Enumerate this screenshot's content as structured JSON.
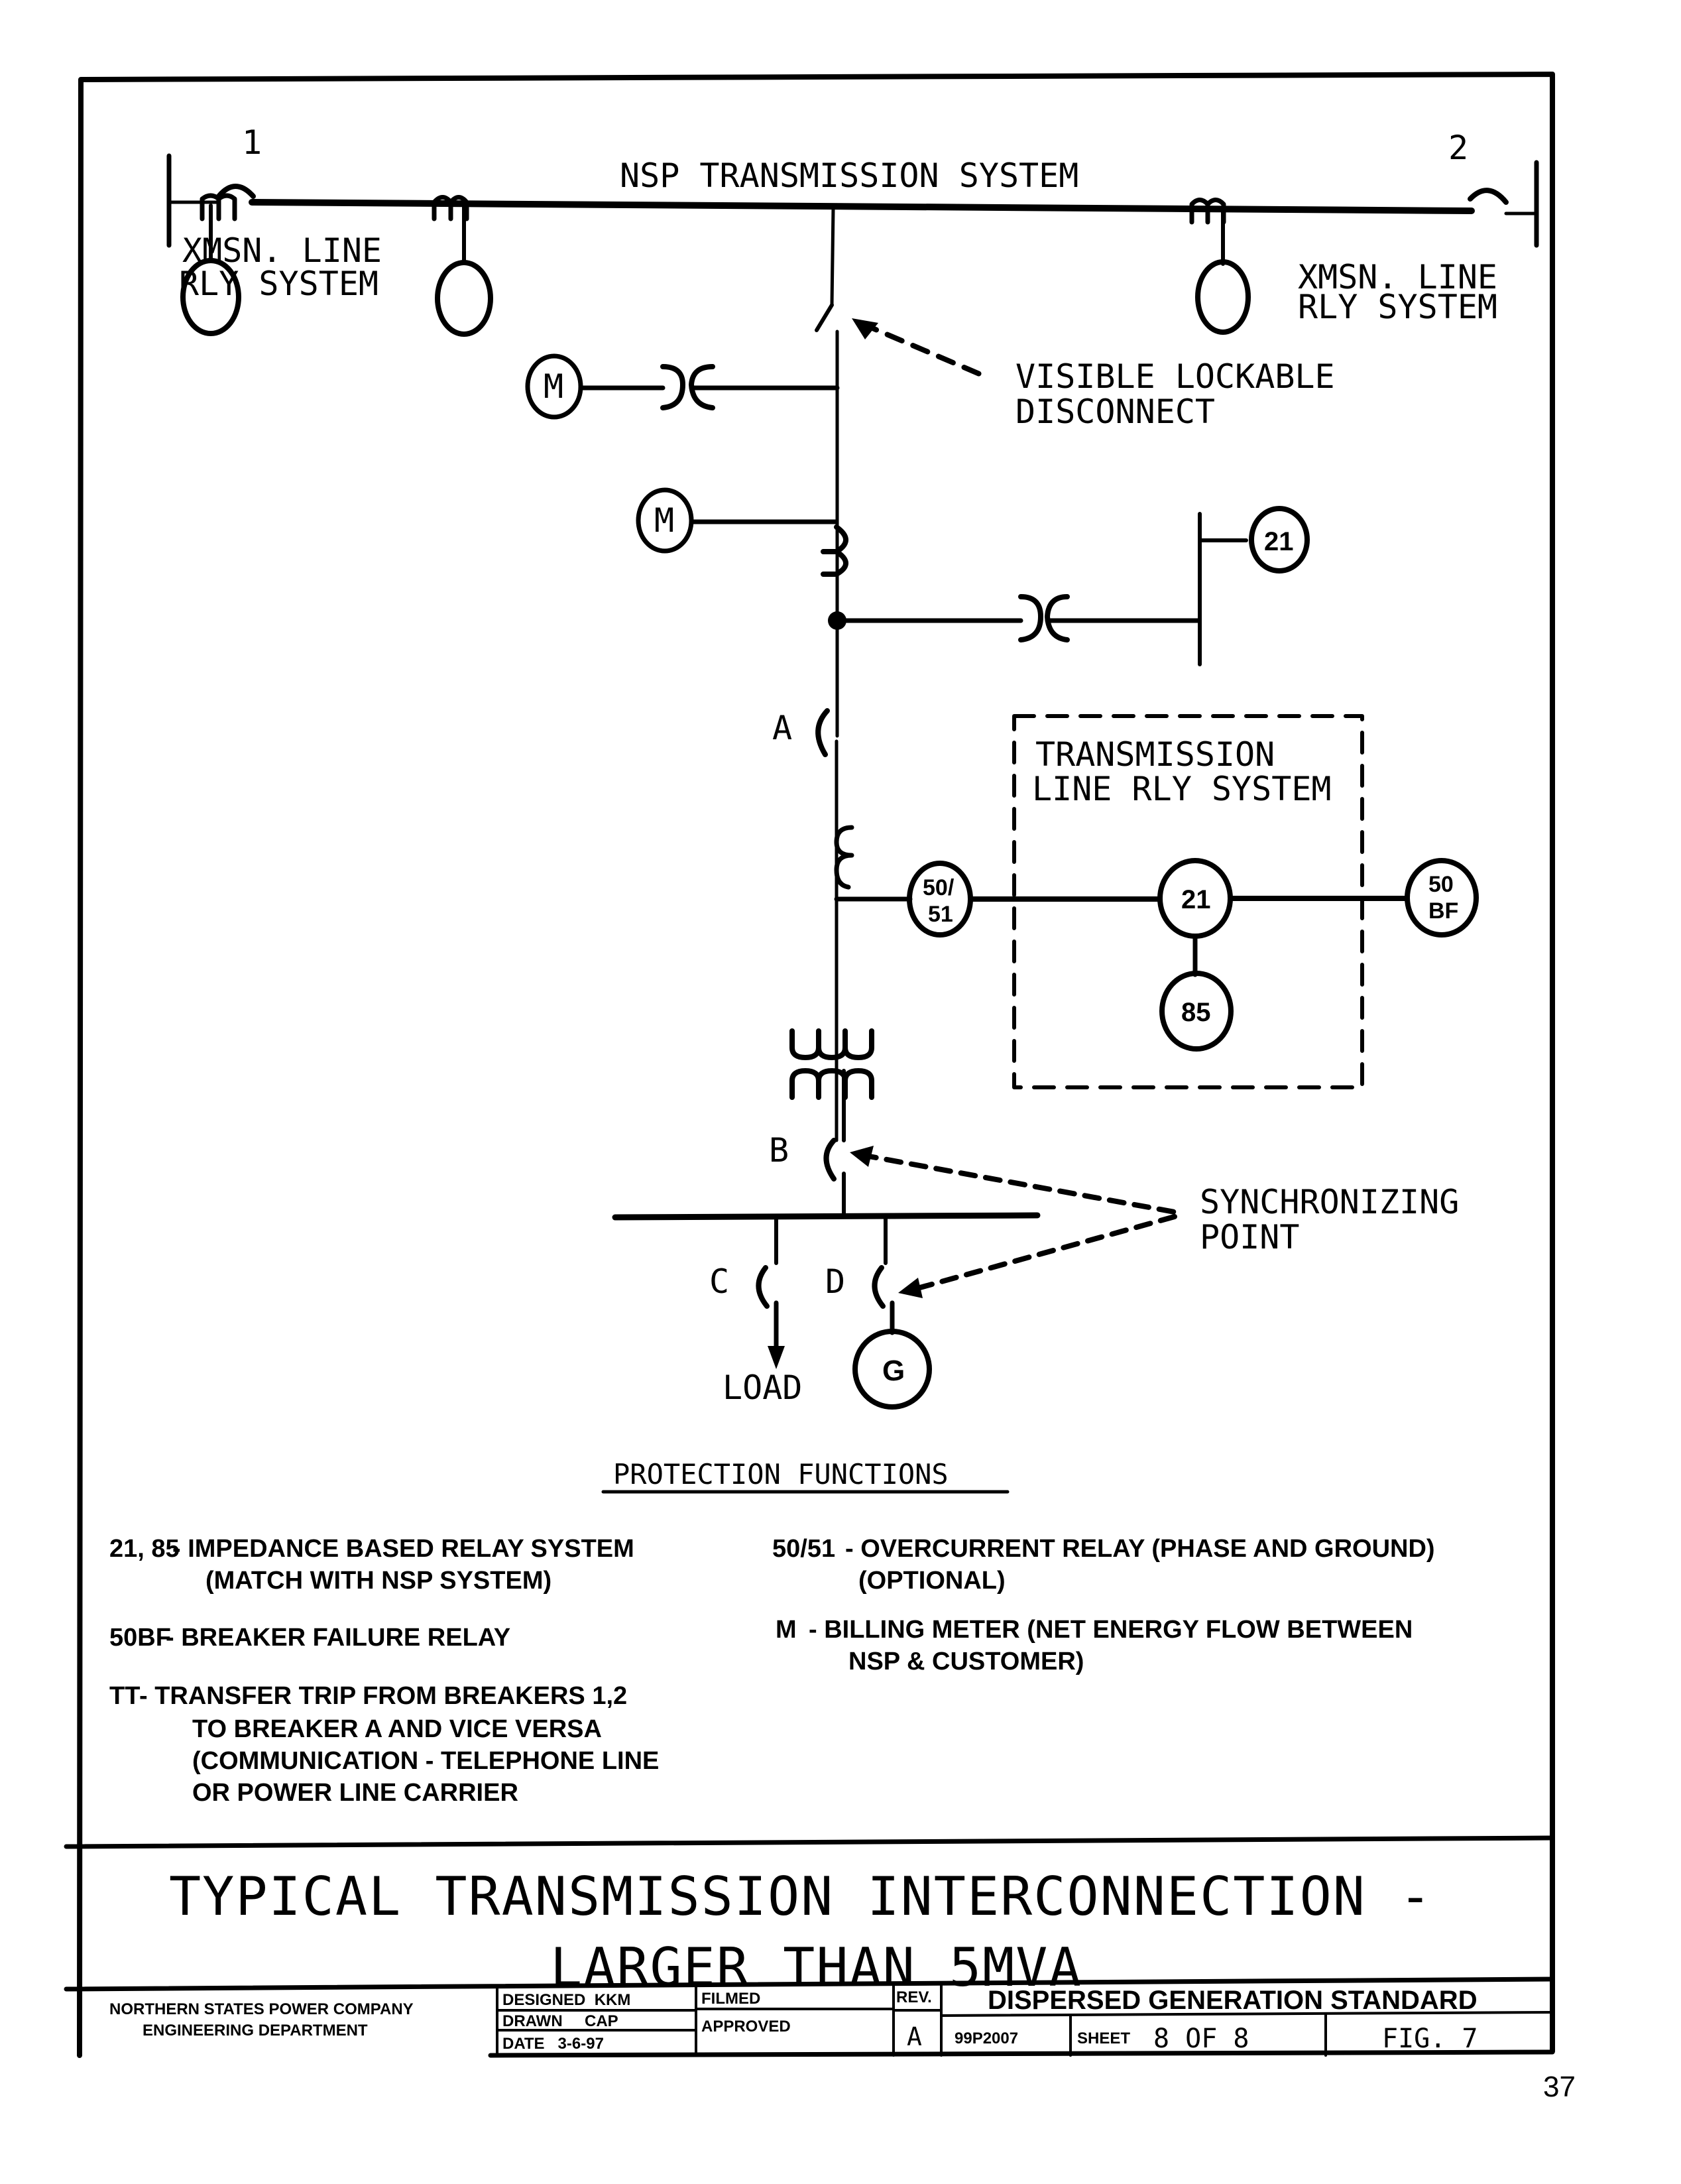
{
  "diagram": {
    "top_bus_label": "NSP TRANSMISSION SYSTEM",
    "breaker_1_label": "1",
    "breaker_2_label": "2",
    "left_relay_label_1": "XMSN. LINE",
    "left_relay_label_2": "RLY SYSTEM",
    "right_relay_label_1": "XMSN. LINE",
    "right_relay_label_2": "RLY SYSTEM",
    "disconnect_label_1": "VISIBLE LOCKABLE",
    "disconnect_label_2": "DISCONNECT",
    "meter_upper": "M",
    "meter_lower": "M",
    "relay_21_top": "21",
    "breaker_a": "A",
    "breaker_b": "B",
    "breaker_c": "C",
    "breaker_d": "D",
    "box_label_1": "TRANSMISSION",
    "box_label_2": "LINE RLY SYSTEM",
    "relay_5051_line1": "50/",
    "relay_5051_line2": "51",
    "relay_21_box": "21",
    "relay_85": "85",
    "relay_50bf_line1": "50",
    "relay_50bf_line2": "BF",
    "sync_label_1": "SYNCHRONIZING",
    "sync_label_2": "POINT",
    "load_label": "LOAD",
    "generator": "G"
  },
  "legend": {
    "title": "PROTECTION FUNCTIONS",
    "left": [
      {
        "code": "21, 85",
        "lines": [
          "- IMPEDANCE BASED RELAY SYSTEM",
          "(MATCH WITH NSP SYSTEM)"
        ]
      },
      {
        "code": "50BF",
        "lines": [
          "- BREAKER FAILURE RELAY"
        ]
      },
      {
        "code": "TT",
        "lines": [
          "- TRANSFER TRIP FROM BREAKERS 1,2",
          "TO BREAKER A AND VICE VERSA",
          "(COMMUNICATION - TELEPHONE LINE",
          "OR POWER LINE CARRIER"
        ]
      }
    ],
    "right": [
      {
        "code": "50/51",
        "lines": [
          "- OVERCURRENT RELAY (PHASE AND GROUND)",
          "(OPTIONAL)"
        ]
      },
      {
        "code": "M",
        "lines": [
          "- BILLING METER (NET ENERGY FLOW BETWEEN",
          "NSP & CUSTOMER)"
        ]
      }
    ]
  },
  "title_block": {
    "title_line1": "TYPICAL TRANSMISSION INTERCONNECTION -",
    "title_line2": "LARGER THAN 5MVA",
    "company": "NORTHERN STATES POWER COMPANY",
    "department": "ENGINEERING DEPARTMENT",
    "designed": "DESIGNED  KKM",
    "drawn": "DRAWN     CAP",
    "date": "DATE   3-6-97",
    "filmed": "FILMED",
    "approved": "APPROVED",
    "rev_label": "REV.",
    "rev_value": "A",
    "standard": "DISPERSED GENERATION STANDARD",
    "drawing_no": "99P2007",
    "sheet_label": "SHEET",
    "sheet_value": "8 OF 8",
    "figure": "FIG. 7"
  },
  "page_number": "37"
}
